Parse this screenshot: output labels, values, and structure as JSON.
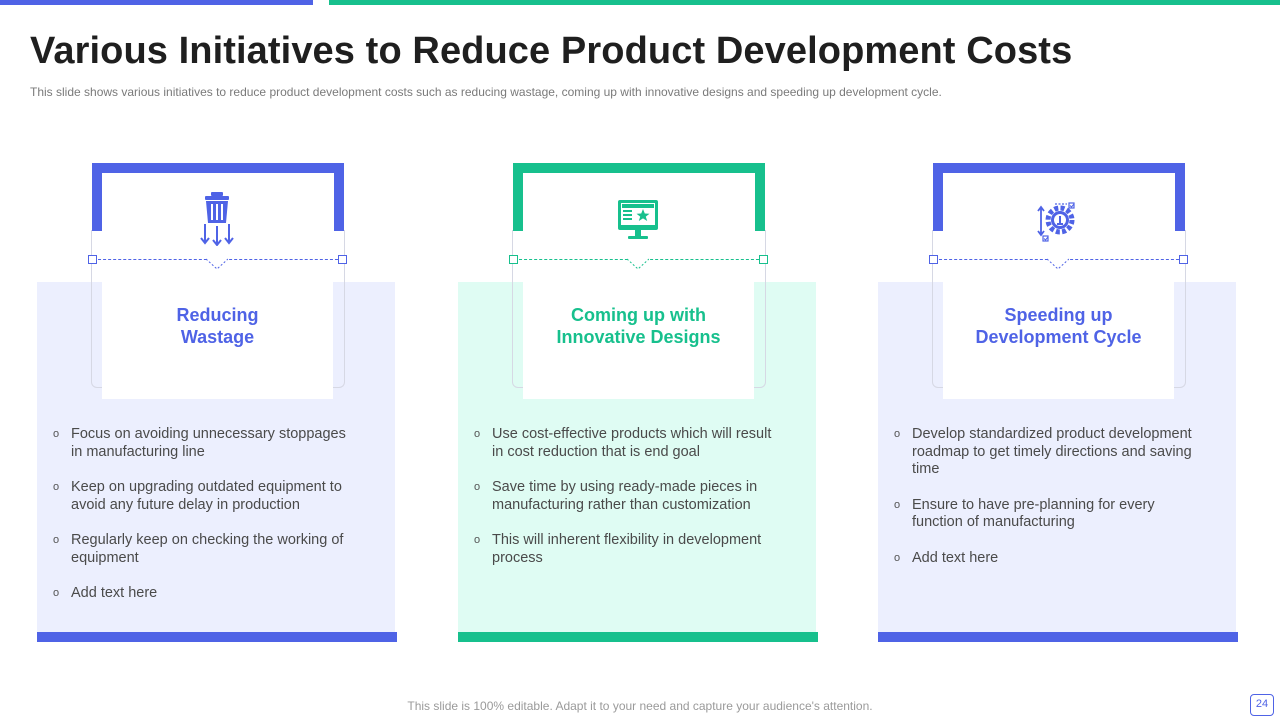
{
  "slide": {
    "title": "Various Initiatives to Reduce Product Development Costs",
    "subtitle": "This slide shows various  initiatives to reduce product development  costs such as reducing wastage, coming up with innovative  designs and speeding up development  cycle.",
    "footer": "This slide is 100% editable. Adapt it to your need and capture your audience's attention.",
    "page_number": "24"
  },
  "colors": {
    "blue": "#4f63e6",
    "green": "#17c08d",
    "blue_panel": "#eceffe",
    "green_panel": "#dffcf3"
  },
  "cards": [
    {
      "icon": "trash-bin-arrows-icon",
      "heading": "Reducing\nWastage",
      "bullets": [
        "Focus on avoiding unnecessary stoppages in manufacturing line",
        "Keep on upgrading outdated equipment to avoid any future delay in production",
        "Regularly keep on checking the working of equipment",
        "Add text here"
      ]
    },
    {
      "icon": "monitor-design-icon",
      "heading": "Coming up with\nInnovative Designs",
      "bullets": [
        "Use cost-effective products which will result in cost reduction that is end goal",
        "Save time by using ready-made pieces in manufacturing rather than customization",
        "This will inherent flexibility in development process"
      ]
    },
    {
      "icon": "gear-cycle-icon",
      "heading": "Speeding up\nDevelopment Cycle",
      "bullets": [
        "Develop standardized product development roadmap to get timely directions and saving time",
        "Ensure to have pre-planning for every function of manufacturing",
        "Add text here"
      ]
    }
  ]
}
